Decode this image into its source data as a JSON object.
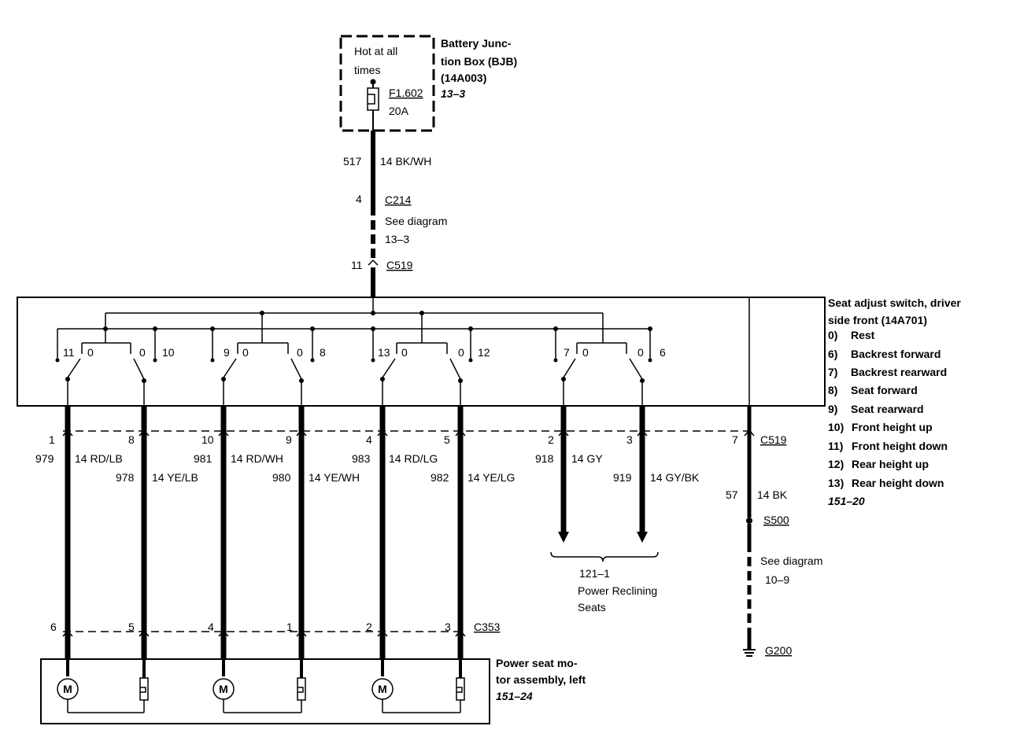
{
  "bjb": {
    "hot": [
      "Hot at all",
      "times"
    ],
    "fuse_id": "F1.602",
    "fuse_amp": "20A",
    "title": [
      "Battery Junc-",
      "tion Box (BJB)",
      "(14A003)"
    ],
    "ref": "13–3"
  },
  "feed": {
    "circuit": "517",
    "wire": "14 BK/WH",
    "c214_pin": "4",
    "c214": "C214",
    "see": "See diagram",
    "see_ref": "13–3",
    "c519_pin": "11",
    "c519": "C519"
  },
  "switch": {
    "title": [
      "Seat adjust switch, driver",
      "side front (14A701)"
    ],
    "legend": [
      {
        "num": "0)",
        "text": "Rest"
      },
      {
        "num": "6)",
        "text": "Backrest forward"
      },
      {
        "num": "7)",
        "text": "Backrest rearward"
      },
      {
        "num": "8)",
        "text": "Seat forward"
      },
      {
        "num": "9)",
        "text": "Seat rearward"
      },
      {
        "num": "10)",
        "text": "Front height up"
      },
      {
        "num": "11)",
        "text": "Front height down"
      },
      {
        "num": "12)",
        "text": "Rear height up"
      },
      {
        "num": "13)",
        "text": "Rear height down"
      }
    ],
    "ref": "151–20",
    "contacts": [
      "11",
      "0",
      "0",
      "10",
      "9",
      "0",
      "0",
      "8",
      "13",
      "0",
      "0",
      "12",
      "7",
      "0",
      "0",
      "6"
    ]
  },
  "wires": [
    {
      "pin_top": "1",
      "circuit": "979",
      "color": "14 RD/LB",
      "pin_bot": "6"
    },
    {
      "pin_top": "8",
      "circuit": "978",
      "color": "14 YE/LB",
      "pin_bot": "5"
    },
    {
      "pin_top": "10",
      "circuit": "981",
      "color": "14 RD/WH",
      "pin_bot": "4"
    },
    {
      "pin_top": "9",
      "circuit": "980",
      "color": "14 YE/WH",
      "pin_bot": "1"
    },
    {
      "pin_top": "4",
      "circuit": "983",
      "color": "14 RD/LG",
      "pin_bot": "2"
    },
    {
      "pin_top": "5",
      "circuit": "982",
      "color": "14 YE/LG",
      "pin_bot": "3"
    },
    {
      "pin_top": "2",
      "circuit": "918",
      "color": "14 GY"
    },
    {
      "pin_top": "3",
      "circuit": "919",
      "color": "14 GY/BK"
    }
  ],
  "connector_c519": "C519",
  "connector_c353": "C353",
  "ground": {
    "pin": "7",
    "circuit": "57",
    "wire": "14 BK",
    "splice": "S500",
    "see": "See diagram",
    "see_ref": "10–9",
    "ground_id": "G200"
  },
  "reclining": {
    "ref": "121–1",
    "label": [
      "Power Reclining",
      "Seats"
    ]
  },
  "motor": {
    "title": [
      "Power seat mo-",
      "tor assembly, left"
    ],
    "ref": "151–24",
    "m_label": "M"
  }
}
